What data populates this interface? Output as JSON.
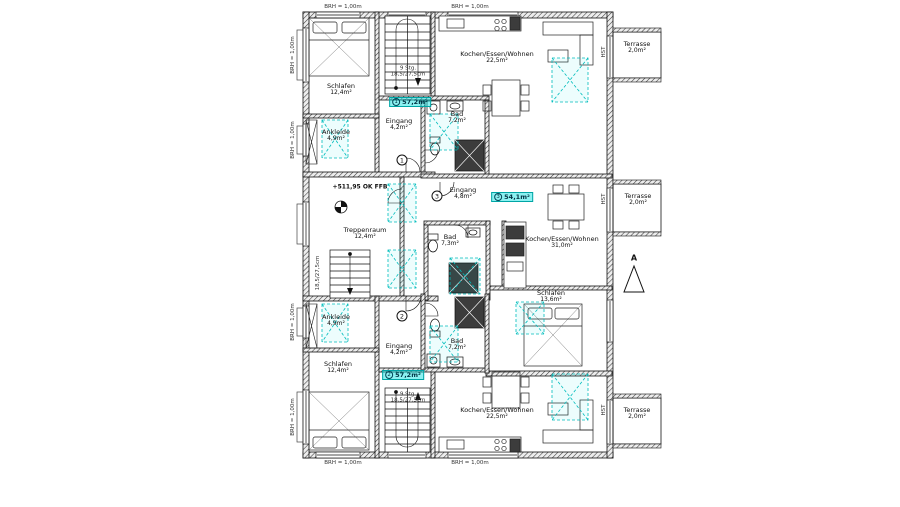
{
  "plan": {
    "level_mark": "+511,95 OK FFB",
    "section_mark": "A",
    "hst_label": "HST",
    "brh_label": "BRH = 1,00m",
    "stair_note_line1": "9 Stg.",
    "stair_note_line2": "18,5/27,5cm"
  },
  "apartment1": {
    "number": "1",
    "total_area": "57,2m²",
    "rooms": {
      "schlafen": {
        "label": "Schlafen",
        "area": "12,4m²"
      },
      "ankleide": {
        "label": "Ankleide",
        "area": "4,9m²"
      },
      "eingang": {
        "label": "Eingang",
        "area": "4,2m²"
      },
      "bad": {
        "label": "Bad",
        "area": "7,2m²"
      },
      "wohnen": {
        "label": "Kochen/Essen/Wohnen",
        "area": "22,5m²"
      },
      "terrasse": {
        "label": "Terrasse",
        "area": "2,0m²"
      }
    }
  },
  "apartment2": {
    "number": "2",
    "total_area": "57,2m²",
    "rooms": {
      "schlafen": {
        "label": "Schlafen",
        "area": "12,4m²"
      },
      "ankleide": {
        "label": "Ankleide",
        "area": "4,9m²"
      },
      "eingang": {
        "label": "Eingang",
        "area": "4,2m²"
      },
      "bad": {
        "label": "Bad",
        "area": "7,2m²"
      },
      "wohnen": {
        "label": "Kochen/Essen/Wohnen",
        "area": "22,5m²"
      },
      "terrasse": {
        "label": "Terrasse",
        "area": "2,0m²"
      }
    }
  },
  "apartment3": {
    "number": "3",
    "total_area": "54,1m²",
    "rooms": {
      "eingang": {
        "label": "Eingang",
        "area": "4,8m²"
      },
      "bad": {
        "label": "Bad",
        "area": "7,3m²"
      },
      "wohnen": {
        "label": "Kochen/Essen/Wohnen",
        "area": "31,0m²"
      },
      "schlafen": {
        "label": "Schlafen",
        "area": "13,6m²"
      },
      "terrasse": {
        "label": "Terrasse",
        "area": "2,0m²"
      }
    }
  },
  "common": {
    "treppenraum": {
      "label": "Treppenraum",
      "area": "12,4m²"
    }
  },
  "colors": {
    "highlight": "#00c0c0",
    "wall": "#1a1a1a"
  }
}
